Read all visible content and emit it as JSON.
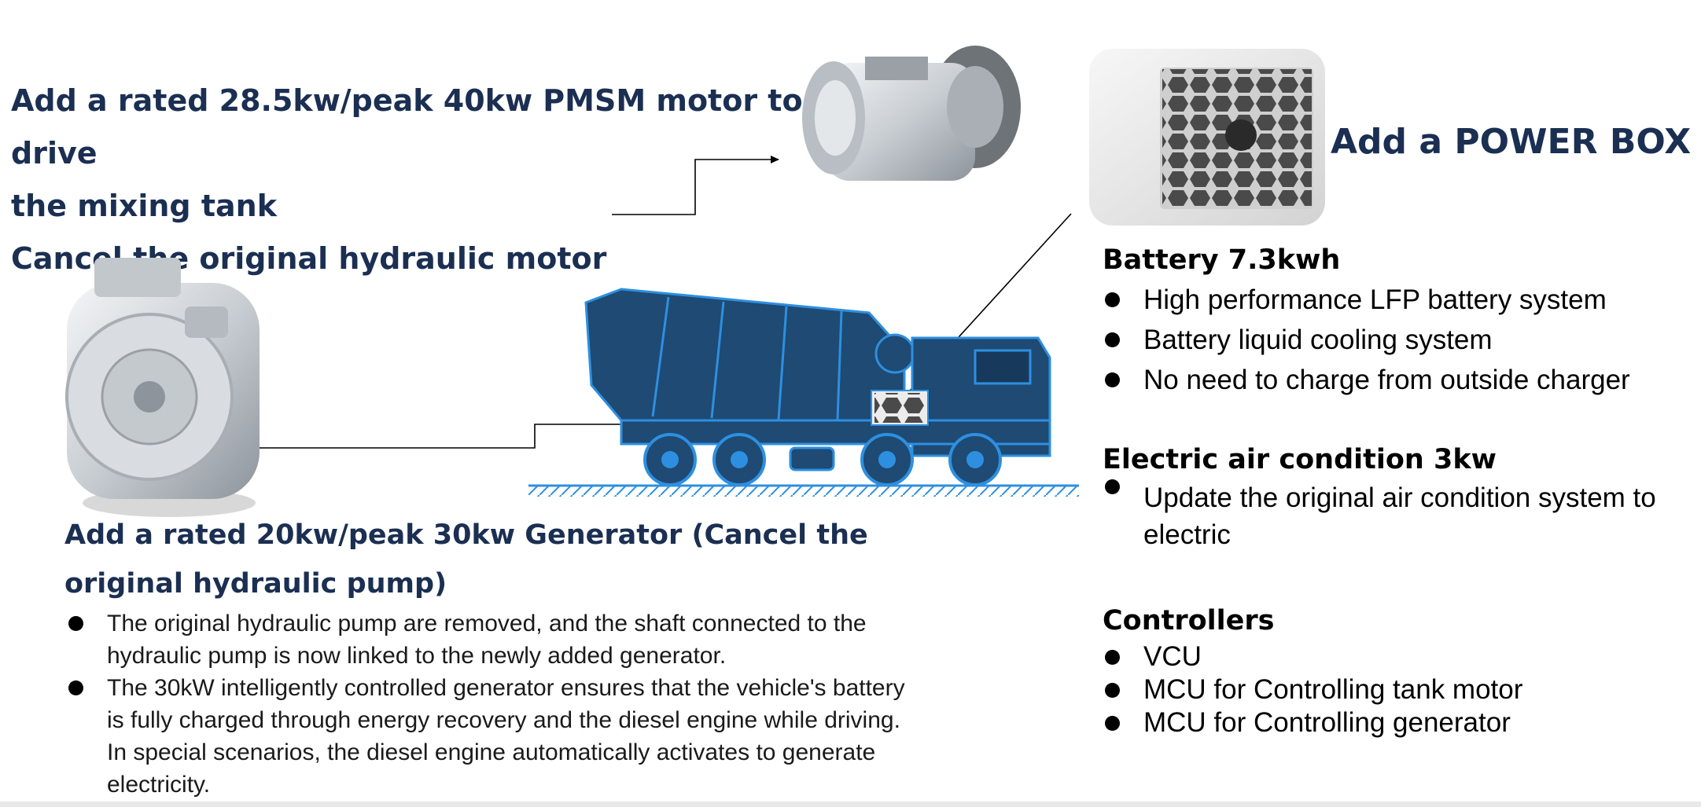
{
  "motor_callout": {
    "line1": "Add a rated 28.5kw/peak 40kw PMSM motor to drive",
    "line2": "the mixing tank",
    "line3": "Cancel the original hydraulic motor"
  },
  "power_box": {
    "title": "Add a POWER BOX"
  },
  "battery": {
    "heading": "Battery 7.3kwh",
    "items": [
      "High performance LFP battery system",
      "Battery liquid cooling system",
      "No need to charge from outside charger"
    ]
  },
  "air_condition": {
    "heading": "Electric air condition 3kw",
    "items": [
      "Update the original air condition system to electric"
    ]
  },
  "controllers": {
    "heading": "Controllers",
    "items": [
      "VCU",
      "MCU for Controlling tank motor",
      "MCU for Controlling generator"
    ]
  },
  "generator": {
    "title": "Add a rated 20kw/peak 30kw Generator (Cancel the original hydraulic pump)",
    "items": [
      "The original hydraulic pump are removed, and the shaft connected to the hydraulic pump is now linked to the newly added generator.",
      "The 30kW intelligently controlled generator ensures that the vehicle's battery is fully charged through energy recovery and the diesel engine while driving. In special scenarios, the diesel engine automatically activates to generate electricity."
    ]
  },
  "colors": {
    "title_navy": "#1b2f52",
    "truck_navy": "#1e4a73",
    "truck_outline": "#2e8fe0"
  }
}
